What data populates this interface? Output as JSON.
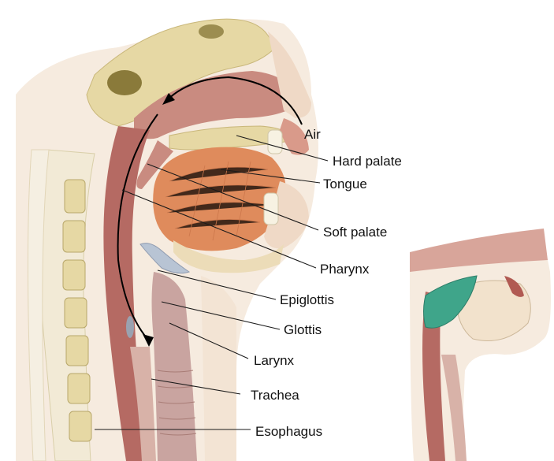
{
  "labels": {
    "air": "Air",
    "hard_palate": "Hard palate",
    "tongue": "Tongue",
    "soft_palate": "Soft palate",
    "pharynx": "Pharynx",
    "epiglottis": "Epiglottis",
    "glottis": "Glottis",
    "larynx": "Larynx",
    "trachea": "Trachea",
    "esophagus": "Esophagus"
  },
  "colors": {
    "bone": "#e6d8a4",
    "cartilage": "#f2ead6",
    "muscle": "#df8b5c",
    "mucosa": "#c98b80",
    "airway": "#b56a63",
    "skin": "#f3e4d4",
    "sinus": "#8a7a3a",
    "epiglottis_closed": "#3fa58a"
  }
}
